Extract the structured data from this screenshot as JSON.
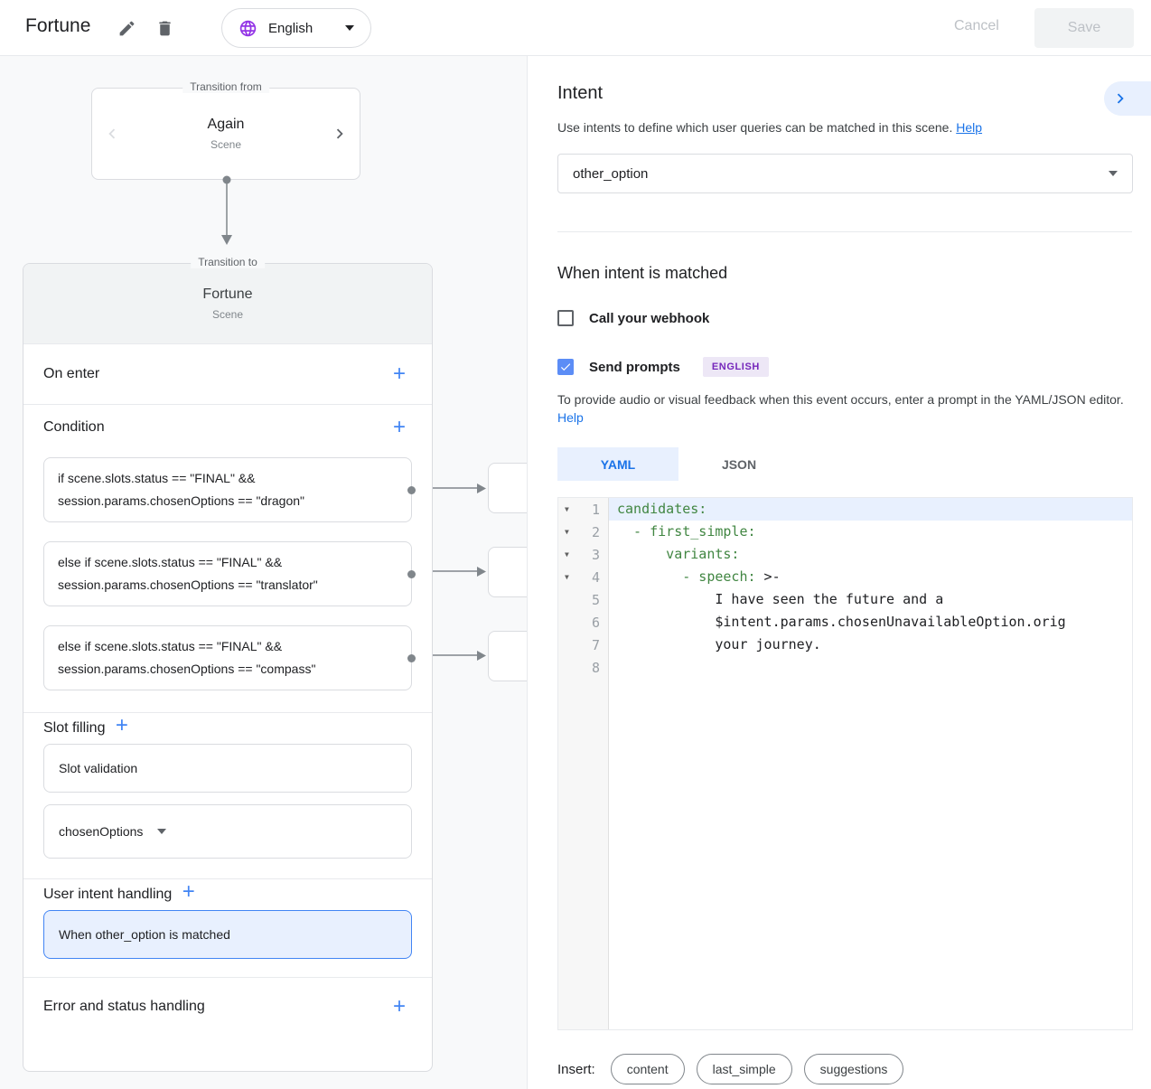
{
  "topbar": {
    "title": "Fortune",
    "language": "English",
    "cancel_label": "Cancel",
    "save_label": "Save"
  },
  "flow": {
    "from_legend": "Transition from",
    "from_name": "Again",
    "from_type": "Scene",
    "to_legend": "Transition to",
    "to_name": "Fortune",
    "to_type": "Scene",
    "on_enter_label": "On enter",
    "condition_label": "Condition",
    "conditions": [
      [
        "if scene.slots.status == \"FINAL\" &&",
        "session.params.chosenOptions == \"dragon\""
      ],
      [
        "else if scene.slots.status == \"FINAL\" &&",
        "session.params.chosenOptions == \"translator\""
      ],
      [
        "else if scene.slots.status == \"FINAL\" &&",
        "session.params.chosenOptions == \"compass\""
      ]
    ],
    "slot_filling_label": "Slot filling",
    "slot_validation_label": "Slot validation",
    "slot_param": "chosenOptions",
    "user_intent_label": "User intent handling",
    "intent_handler_card": "When other_option is matched",
    "error_label": "Error and status handling"
  },
  "intent": {
    "title": "Intent",
    "description": "Use intents to define which user queries can be matched in this scene.",
    "help_label": "Help",
    "selected": "other_option",
    "matched_heading": "When intent is matched",
    "webhook_label": "Call your webhook",
    "send_prompts_label": "Send prompts",
    "language_badge": "ENGLISH",
    "prompt_hint": "To provide audio or visual feedback when this event occurs, enter a prompt in the YAML/JSON editor.",
    "prompt_help_label": "Help",
    "tab_yaml": "YAML",
    "tab_json": "JSON",
    "insert_label": "Insert:",
    "insert_chips": [
      "content",
      "last_simple",
      "suggestions"
    ]
  },
  "editor": {
    "lines": [
      {
        "n": 1,
        "fold": true,
        "active": true,
        "seg": [
          [
            "candidates:",
            "key"
          ]
        ]
      },
      {
        "n": 2,
        "fold": true,
        "seg": [
          [
            "  - first_simple:",
            "key"
          ]
        ]
      },
      {
        "n": 3,
        "fold": true,
        "seg": [
          [
            "      variants:",
            "key"
          ]
        ]
      },
      {
        "n": 4,
        "fold": true,
        "seg": [
          [
            "        - speech:",
            "key"
          ],
          [
            " >-",
            "text"
          ]
        ]
      },
      {
        "n": 5,
        "seg": [
          [
            "            I have seen the future and a",
            "text"
          ]
        ]
      },
      {
        "n": 6,
        "seg": [
          [
            "            $intent.params.chosenUnavailableOption.orig",
            "text"
          ]
        ]
      },
      {
        "n": 7,
        "seg": [
          [
            "            your journey.",
            "text"
          ]
        ]
      },
      {
        "n": 8,
        "seg": []
      }
    ]
  },
  "colors": {
    "accent_blue": "#4285f4",
    "link_blue": "#1a73e8",
    "yaml_key_green": "#418642",
    "active_line_bg": "#e8f0fe",
    "selected_card_bg": "#e8f0fe",
    "selected_card_border": "#4285f4",
    "badge_purple": "#7627bb",
    "badge_purple_bg": "#ede7f6",
    "globe_purple": "#9334e6",
    "connector_gray": "#80868b"
  }
}
